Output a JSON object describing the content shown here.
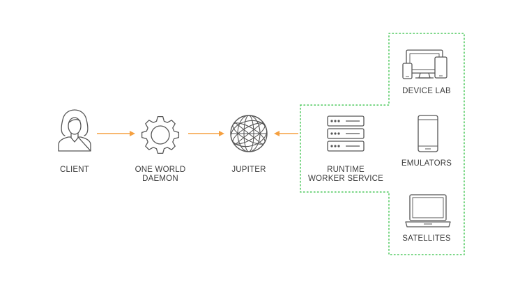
{
  "nodes": {
    "client": {
      "label": "CLIENT",
      "icon": "person-icon"
    },
    "daemon": {
      "label_line1": "ONE WORLD",
      "label_line2": "DAEMON",
      "icon": "gear-icon"
    },
    "jupiter": {
      "label": "JUPITER",
      "icon": "globe-icon"
    },
    "runtime": {
      "label_line1": "RUNTIME",
      "label_line2": "WORKER SERVICE",
      "icon": "server-rack-icon"
    },
    "device_lab": {
      "label": "DEVICE LAB",
      "icon": "devices-icon"
    },
    "emulators": {
      "label": "EMULATORS",
      "icon": "smartphone-icon"
    },
    "satellites": {
      "label": "SATELLITES",
      "icon": "laptop-icon"
    }
  },
  "colors": {
    "arrow": "#f5a040",
    "icon_stroke": "#555555",
    "group_border": "#4cc85c",
    "label": "#3c3c3c"
  }
}
